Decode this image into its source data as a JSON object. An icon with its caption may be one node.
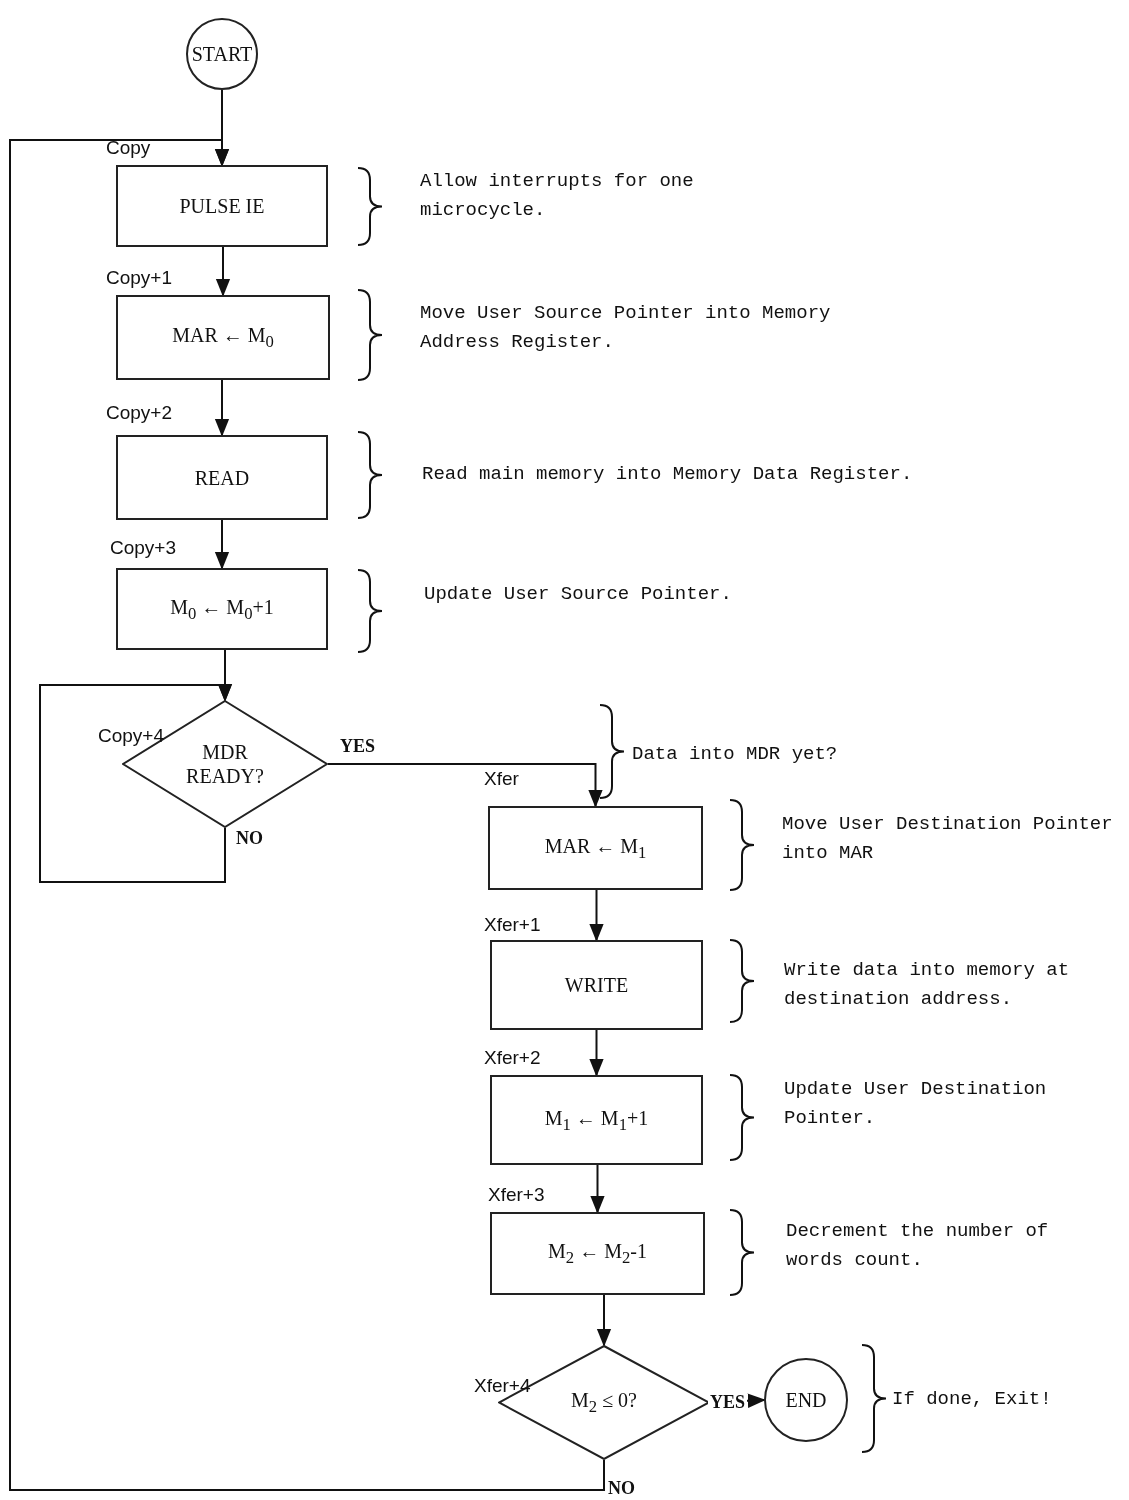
{
  "diagram": {
    "nodes": [
      {
        "text": [
          "START"
        ]
      },
      {
        "text": [
          "PULSE IE"
        ],
        "beside": [
          "Copy"
        ]
      },
      {
        "text": [
          "MAR ← M$_{0}$"
        ],
        "beside": [
          "Copy+1"
        ]
      },
      {
        "text": [
          "READ"
        ],
        "beside": [
          "Copy+2"
        ]
      },
      {
        "text": [
          "M$_{0}$ ← M$_{0}$+1"
        ],
        "beside": [
          "Copy+3"
        ]
      },
      {
        "text": [
          "MDR READY?"
        ],
        "beside": [
          "Copy+4"
        ]
      },
      {
        "text": [
          "MAR ← M$_{1}$"
        ],
        "beside": [
          "Xfer"
        ]
      },
      {
        "text": [
          "WRITE"
        ],
        "beside": [
          "Xfer+1"
        ]
      },
      {
        "text": [
          "M$_{1}$ ← M$_{1}$+1"
        ],
        "beside": [
          "Xfer+2"
        ]
      },
      {
        "text": [
          "M$_{2}$ ← M$_{2}$-1"
        ],
        "beside": [
          "Xfer+3"
        ]
      },
      {
        "text": [
          "M$_{2}$ ≤ 0?"
        ],
        "beside": [
          "Xfer+4"
        ]
      },
      {
        "text": [
          "END"
        ],
        "beside": [
          "If done, Exit!"
        ]
      }
    ],
    "labels": [
      "Allow interrupts for one microcycle.",
      "Move User Source Pointer into Memory Address Register.",
      "Read main memory into Memory Data Register.",
      "Update User Source Pointer.",
      "Data into MDR yet?",
      "Move User Destination Pointer into MAR",
      "Write data into memory at destination address.",
      "Update User Destination Pointer.",
      "Decrement the number of words count."
    ],
    "edges": [
      {
        "from": 0,
        "to": 1,
        "arrow": "to"
      },
      {
        "from": 1,
        "to": 2,
        "arrow": "to"
      },
      {
        "from": 2,
        "to": 3,
        "arrow": "to"
      },
      {
        "from": 3,
        "to": 4,
        "arrow": "to"
      },
      {
        "from": 4,
        "to": 5,
        "arrow": "to"
      },
      {
        "from": 5,
        "to": 6,
        "arrow": "to",
        "label": "YES"
      },
      {
        "from": 5,
        "to": 5,
        "arrow": "to",
        "label": "NO"
      },
      {
        "from": 6,
        "to": 7,
        "arrow": "to"
      },
      {
        "from": 7,
        "to": 8,
        "arrow": "to"
      },
      {
        "from": 8,
        "to": 9,
        "arrow": "to"
      },
      {
        "from": 9,
        "to": 10,
        "arrow": "to"
      },
      {
        "from": 10,
        "to": 11,
        "arrow": "to",
        "label": "YES"
      },
      {
        "from": 10,
        "to": 1,
        "arrow": "to",
        "label": "NO"
      }
    ]
  }
}
